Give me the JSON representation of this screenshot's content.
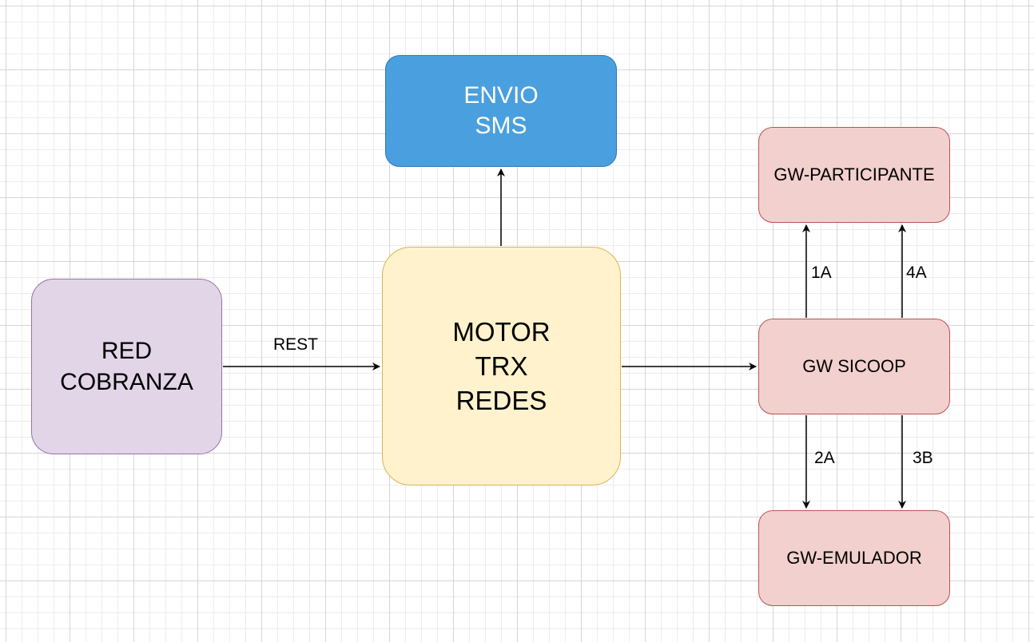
{
  "diagram": {
    "nodes": {
      "red_cobranza": "RED\nCOBRANZA",
      "motor_trx_redes": "MOTOR\nTRX\nREDES",
      "envio_sms": "ENVIO\nSMS",
      "gw_participante": "GW-PARTICIPANTE",
      "gw_sicoop": "GW SICOOP",
      "gw_emulador": "GW-EMULADOR"
    },
    "edges": {
      "red_to_motor": "REST",
      "sicoop_to_participante_1": "1A",
      "sicoop_to_participante_2": "4A",
      "sicoop_to_emulador_1": "2A",
      "sicoop_to_emulador_2": "3B"
    },
    "colors": {
      "red_cobranza_fill": "#e1d5e7",
      "red_cobranza_stroke": "#9673a6",
      "motor_fill": "#fff2cc",
      "motor_stroke": "#d6b656",
      "envio_fill": "#4a9fde",
      "gw_fill": "#f2d0cd",
      "gw_stroke": "#b85450"
    }
  }
}
